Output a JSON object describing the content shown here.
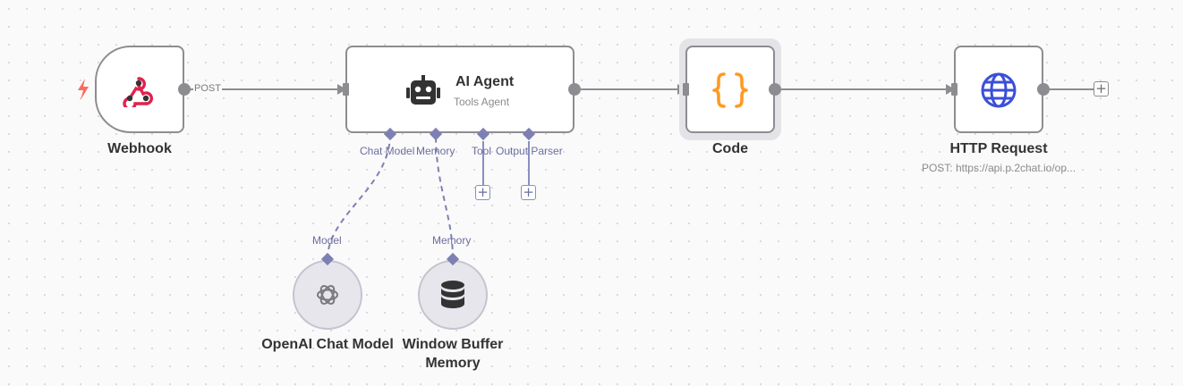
{
  "nodes": {
    "webhook": {
      "name": "Webhook",
      "icon": "webhook-icon",
      "trigger_icon": "lightning-bolt-icon",
      "output_label": "POST"
    },
    "ai_agent": {
      "name": "AI Agent",
      "subtitle": "Tools Agent",
      "icon": "robot-icon",
      "sub_ports": [
        "Chat Model",
        "Memory",
        "Tool",
        "Output Parser"
      ]
    },
    "code": {
      "name": "Code",
      "icon": "curly-braces-icon",
      "selected": true
    },
    "http_request": {
      "name": "HTTP Request",
      "subtitle": "POST: https://api.p.2chat.io/op...",
      "icon": "globe-icon"
    },
    "openai_chat_model": {
      "name": "OpenAI Chat Model",
      "port_label": "Model",
      "icon": "openai-icon"
    },
    "window_buffer_memory": {
      "name_line1": "Window Buffer",
      "name_line2": "Memory",
      "port_label": "Memory",
      "icon": "database-icon"
    }
  },
  "colors": {
    "node_border": "#8d8d91",
    "sub_connector": "#7e80b3",
    "webhook_accent": "#e0224e",
    "trigger_bolt": "#ff6b5b",
    "code_accent": "#ff9922",
    "http_accent": "#3b4fd8",
    "canvas_bg": "#fafafa"
  }
}
